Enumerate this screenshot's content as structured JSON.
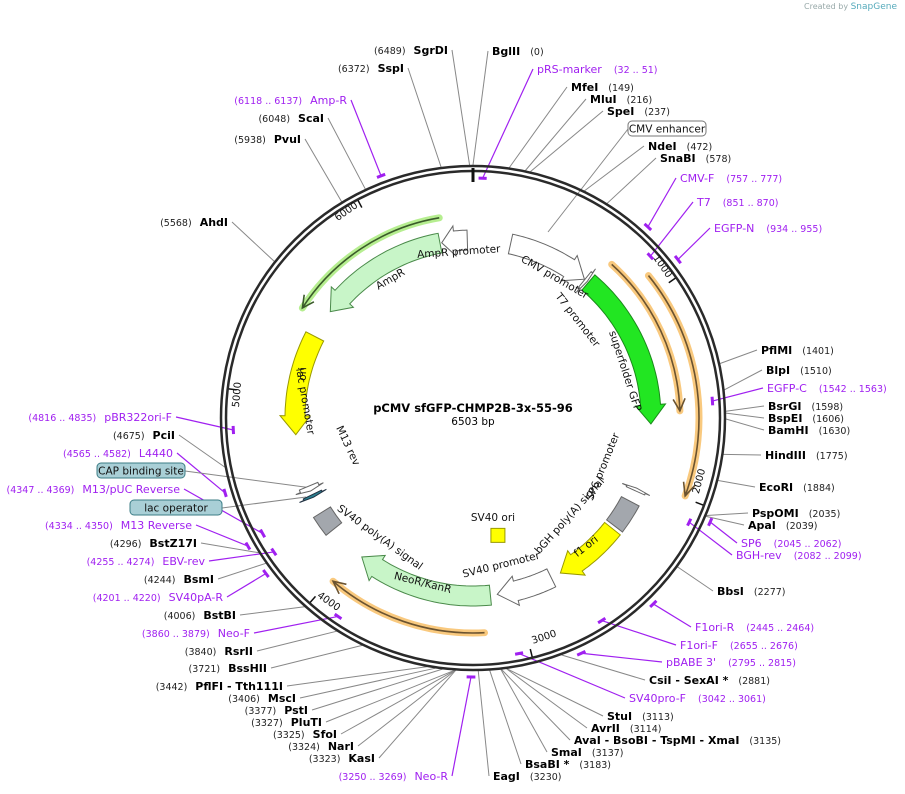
{
  "branding": {
    "prefix": "Created by",
    "name": "SnapGene"
  },
  "plasmid": {
    "name": "pCMV sfGFP-CHMP2B-3x-55-96",
    "size_label": "6503 bp",
    "length": 6503
  },
  "ticks": [
    "1000",
    "2000",
    "3000",
    "4000",
    "5000",
    "6000"
  ],
  "colors": {
    "primer": "#a020f0",
    "cds": "#c8f5c8",
    "cds_bright": "#22e622",
    "origin": "#ffff00",
    "terminator": "#a3a7ad",
    "promoter": "#ffffff",
    "orf_glow": "#f9c97e",
    "orf_line": "#6b5330",
    "amp_glow": "#b6ee90",
    "amp_line": "#3a5a2a",
    "callout_fill": "#a9cfd6",
    "ring": "#2a2a2a"
  },
  "sites": [
    {
      "name": "BglII",
      "pos": 0
    },
    {
      "name": "MfeI",
      "pos": 149
    },
    {
      "name": "MluI",
      "pos": 216
    },
    {
      "name": "SpeI",
      "pos": 237
    },
    {
      "name": "NdeI",
      "pos": 472
    },
    {
      "name": "SnaBI",
      "pos": 578
    },
    {
      "name": "PflMI",
      "pos": 1401
    },
    {
      "name": "BlpI",
      "pos": 1510
    },
    {
      "name": "BsrGI",
      "pos": 1598
    },
    {
      "name": "BspEI",
      "pos": 1606
    },
    {
      "name": "BamHI",
      "pos": 1630
    },
    {
      "name": "HindIII",
      "pos": 1775
    },
    {
      "name": "EcoRI",
      "pos": 1884
    },
    {
      "name": "PspOMI",
      "pos": 2035
    },
    {
      "name": "ApaI",
      "pos": 2039
    },
    {
      "name": "BbsI",
      "pos": 2277
    },
    {
      "name": "CsiI  - SexAI *",
      "pos": 2881
    },
    {
      "name": "StuI",
      "pos": 3113
    },
    {
      "name": "AvrII",
      "pos": 3114
    },
    {
      "name": "AvaI  - BsoBI  - TspMI  - XmaI",
      "pos": 3135
    },
    {
      "name": "SmaI",
      "pos": 3137
    },
    {
      "name": "BsaBI *",
      "pos": 3183
    },
    {
      "name": "EagI",
      "pos": 3230
    },
    {
      "name": "KasI",
      "pos": 3323
    },
    {
      "name": "NarI",
      "pos": 3324
    },
    {
      "name": "SfoI",
      "pos": 3325
    },
    {
      "name": "PluTI",
      "pos": 3327
    },
    {
      "name": "PstI",
      "pos": 3377
    },
    {
      "name": "MscI",
      "pos": 3406
    },
    {
      "name": "PflFI  - Tth111I",
      "pos": 3442
    },
    {
      "name": "BssHII",
      "pos": 3721
    },
    {
      "name": "RsrII",
      "pos": 3840
    },
    {
      "name": "BstBI",
      "pos": 4006
    },
    {
      "name": "BsmI",
      "pos": 4244
    },
    {
      "name": "BstZ17I",
      "pos": 4296
    },
    {
      "name": "PciI",
      "pos": 4675
    },
    {
      "name": "AhdI",
      "pos": 5568
    },
    {
      "name": "PvuI",
      "pos": 5938
    },
    {
      "name": "ScaI",
      "pos": 6048
    },
    {
      "name": "SspI",
      "pos": 6372
    },
    {
      "name": "SgrDI",
      "pos": 6489
    }
  ],
  "primers": [
    {
      "name": "pRS-marker",
      "range": "32 .. 51"
    },
    {
      "name": "CMV-F",
      "range": "757 .. 777"
    },
    {
      "name": "T7",
      "range": "851 .. 870"
    },
    {
      "name": "EGFP-N",
      "range": "934 .. 955"
    },
    {
      "name": "EGFP-C",
      "range": "1542 .. 1563"
    },
    {
      "name": "SP6",
      "range": "2045 .. 2062"
    },
    {
      "name": "BGH-rev",
      "range": "2082 .. 2099"
    },
    {
      "name": "F1ori-R",
      "range": "2445 .. 2464"
    },
    {
      "name": "F1ori-F",
      "range": "2655 .. 2676"
    },
    {
      "name": "pBABE 3'",
      "range": "2795 .. 2815"
    },
    {
      "name": "SV40pro-F",
      "range": "3042 .. 3061"
    },
    {
      "name": "Neo-R",
      "range": "3250 .. 3269"
    },
    {
      "name": "Neo-F",
      "range": "3860 .. 3879"
    },
    {
      "name": "SV40pA-R",
      "range": "4201 .. 4220"
    },
    {
      "name": "EBV-rev",
      "range": "4255 .. 4274"
    },
    {
      "name": "M13 Reverse",
      "range": "4334 .. 4350"
    },
    {
      "name": "M13/pUC Reverse",
      "range": "4347 .. 4369"
    },
    {
      "name": "L4440",
      "range": "4565 .. 4582"
    },
    {
      "name": "pBR322ori-F",
      "range": "4816 .. 4835"
    },
    {
      "name": "Amp-R",
      "range": "6118 .. 6137"
    }
  ],
  "callouts": [
    {
      "name": "CMV enhancer"
    },
    {
      "name": "CAP binding site"
    },
    {
      "name": "lac operator"
    }
  ],
  "features": [
    {
      "name": "CMV promoter",
      "start": 220,
      "end": 700,
      "dir": 1,
      "kind": "promoter"
    },
    {
      "name": "T7 promoter",
      "start": 703,
      "end": 721,
      "dir": 1,
      "kind": "promoter"
    },
    {
      "name": "superfolder GFP",
      "start": 730,
      "end": 1660,
      "dir": 1,
      "kind": "cds_bright"
    },
    {
      "name": "SP6 promoter",
      "start": 2045,
      "end": 2062,
      "dir": -1,
      "kind": "promoter"
    },
    {
      "name": "bGH poly(A) signal",
      "start": 2130,
      "end": 2300,
      "dir": 0,
      "kind": "terminator"
    },
    {
      "name": "f1 ori",
      "start": 2320,
      "end": 2720,
      "dir": 1,
      "kind": "origin"
    },
    {
      "name": "SV40 promoter",
      "start": 2780,
      "end": 3110,
      "dir": 1,
      "kind": "promoter"
    },
    {
      "name": "NeoR/KanR",
      "start": 3150,
      "end": 3950,
      "dir": 1,
      "kind": "cds"
    },
    {
      "name": "SV40 poly(A) signal",
      "start": 4180,
      "end": 4300,
      "dir": 0,
      "kind": "terminator"
    },
    {
      "name": "M13 rev",
      "start": 4400,
      "end": 4417,
      "dir": -1,
      "kind": "primer_bind"
    },
    {
      "name": "lac promoter",
      "start": 4440,
      "end": 4470,
      "dir": -1,
      "kind": "promoter"
    },
    {
      "name": "ori",
      "start": 4780,
      "end": 5370,
      "dir": -1,
      "kind": "origin"
    },
    {
      "name": "AmpR",
      "start": 5540,
      "end": 6310,
      "dir": -1,
      "kind": "cds"
    },
    {
      "name": "AmpR promoter",
      "start": 6320,
      "end": 6470,
      "dir": -1,
      "kind": "promoter"
    },
    {
      "name": "SV40 ori",
      "start": 3010,
      "end": 3060,
      "dir": 0,
      "kind": "origin_box"
    }
  ],
  "orfs": [
    {
      "start": 760,
      "end": 1590,
      "dir": 1,
      "color": "orf"
    },
    {
      "start": 920,
      "end": 1990,
      "dir": 1,
      "color": "orf"
    },
    {
      "start": 3196,
      "end": 3985,
      "dir": 1,
      "color": "orf"
    },
    {
      "start": 5470,
      "end": 6330,
      "dir": -1,
      "color": "amp"
    }
  ]
}
